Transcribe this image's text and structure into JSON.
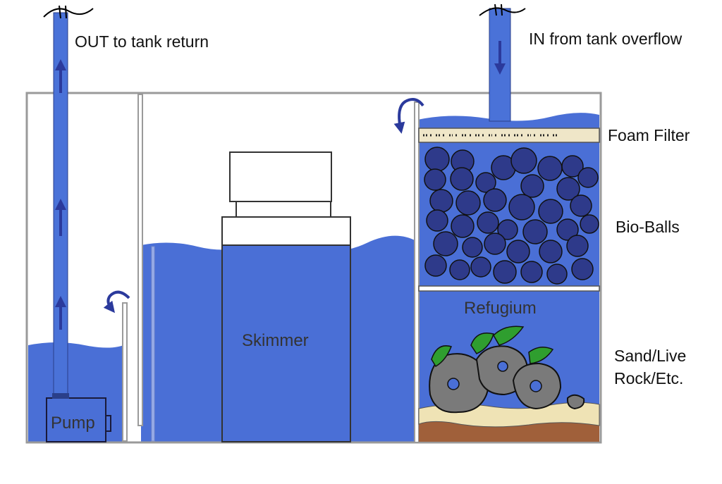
{
  "labels": {
    "out": "OUT to tank return",
    "in": "IN from tank overflow",
    "foam": "Foam Filter",
    "bioballs": "Bio-Balls",
    "sand_line1": "Sand/Live",
    "sand_line2": "Rock/Etc.",
    "refugium": "Refugium",
    "skimmer": "Skimmer",
    "pump": "Pump"
  },
  "colors": {
    "water": "#4a6fd6",
    "pipe": "#4a72d8",
    "arrow": "#2b3a9c",
    "bioball": "#2e3a8a",
    "rock": "#7a7a7a",
    "algae": "#2f9e2f",
    "sand": "#efe3b5",
    "substrate": "#a0603a"
  },
  "icons": {
    "flow_arrow": "flow-arrow-icon",
    "overflow_arrow": "curved-arrow-icon"
  }
}
